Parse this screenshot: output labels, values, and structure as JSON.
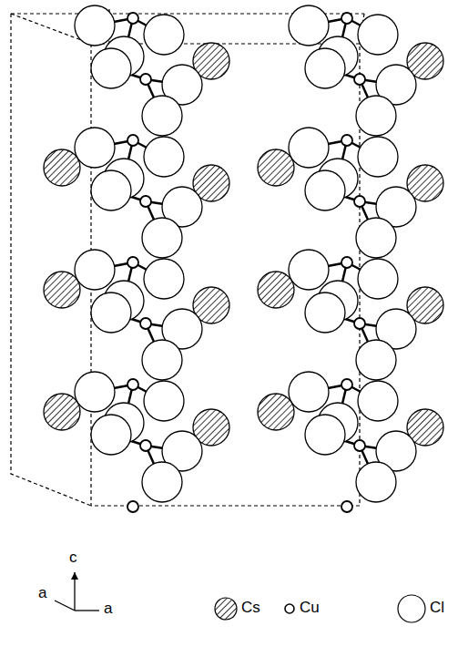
{
  "diagram": {
    "labels": [
      "c",
      "a",
      "a"
    ],
    "legend": [
      {
        "text": "Cs"
      },
      {
        "text": "Cu"
      },
      {
        "text": "Cl"
      }
    ]
  }
}
